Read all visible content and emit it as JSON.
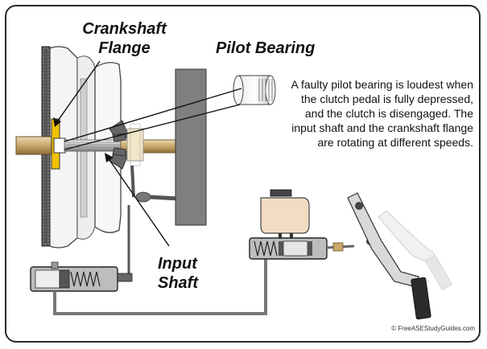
{
  "labels": {
    "crankshaft_flange_line1": "Crankshaft",
    "crankshaft_flange_line2": "Flange",
    "pilot_bearing": "Pilot Bearing",
    "input_shaft_line1": "Input",
    "input_shaft_line2": "Shaft"
  },
  "description": "A faulty pilot bearing is loudest when the clutch pedal is fully depressed, and the clutch is disengaged. The input shaft and the crankshaft flange are rotating at different speeds.",
  "credit": "© FreeASEStudyGuides.com",
  "colors": {
    "flange_yellow": "#f2c200",
    "shaft_brass": "#c9a76a",
    "housing_gray": "#7f7f7f",
    "reservoir_tan": "#f3dcc4",
    "border": "#2a2a2a"
  }
}
